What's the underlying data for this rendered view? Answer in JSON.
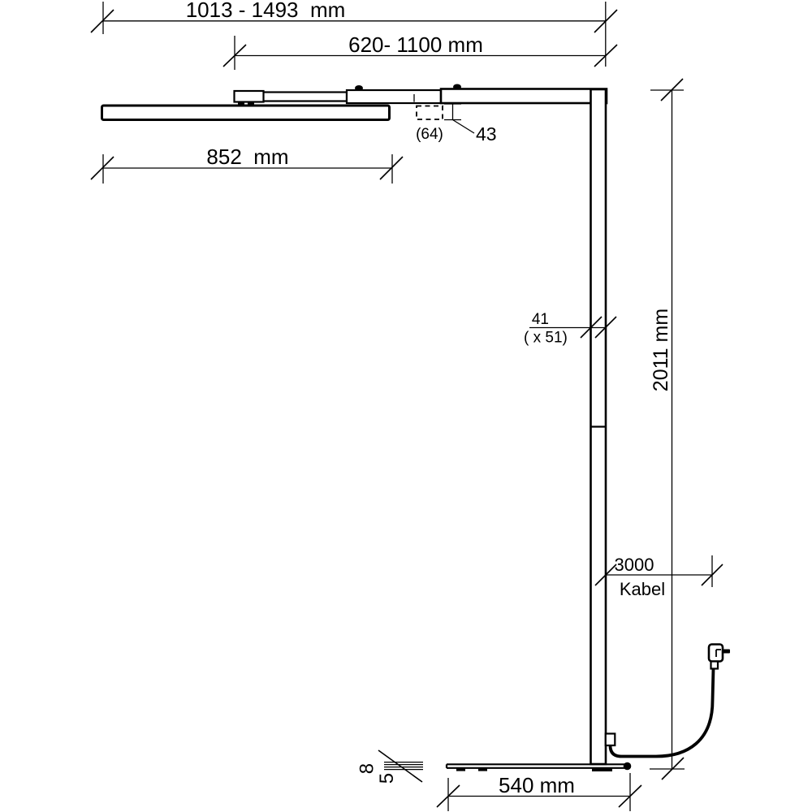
{
  "drawing": {
    "type": "technical-dimension-drawing",
    "subject": "floor-standing luminaire, side view with dimensions",
    "unit": "mm",
    "background_color": "#ffffff",
    "line_color": "#000000",
    "labels": {
      "reach_range": "1013 - 1493  mm",
      "arm_range": "620- 1100 mm",
      "head_length": "852  mm",
      "head_inset": "(64)",
      "head_height": "43",
      "pole_depth": "41",
      "pole_section": "( x 51)",
      "total_height": "2011 mm",
      "cable_length": "3000",
      "cable_word": "Kabel",
      "base_length": "540 mm",
      "base_total_height": "8",
      "base_plate_thickness": "5"
    }
  }
}
